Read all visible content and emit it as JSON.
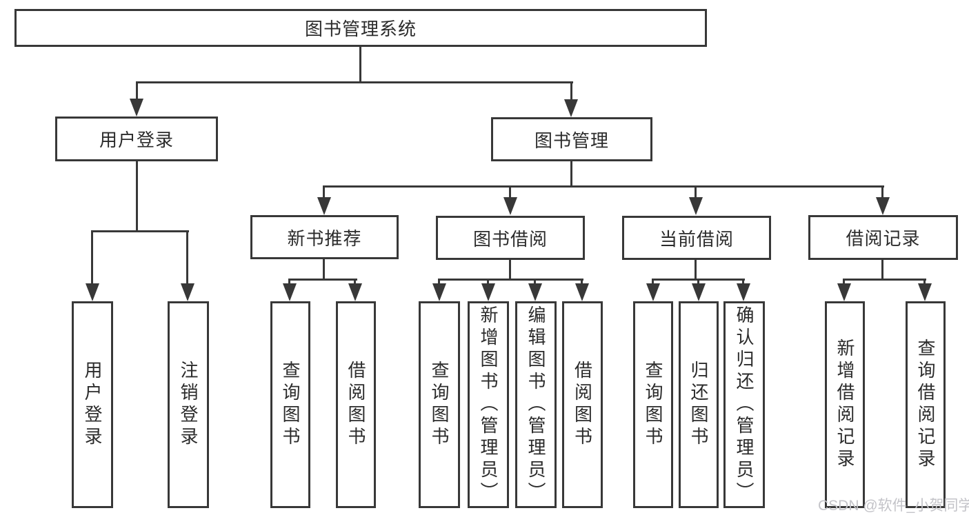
{
  "root": {
    "label": "图书管理系统"
  },
  "level2": [
    {
      "label": "用户登录"
    },
    {
      "label": "图书管理"
    }
  ],
  "level3": [
    {
      "label": "新书推荐",
      "parent": "图书管理"
    },
    {
      "label": "图书借阅",
      "parent": "图书管理"
    },
    {
      "label": "当前借阅",
      "parent": "图书管理"
    },
    {
      "label": "借阅记录",
      "parent": "图书管理"
    }
  ],
  "leaves": [
    {
      "label": "用户登录",
      "parent": "用户登录"
    },
    {
      "label": "注销登录",
      "parent": "用户登录"
    },
    {
      "label": "查询图书",
      "parent": "新书推荐"
    },
    {
      "label": "借阅图书",
      "parent": "新书推荐"
    },
    {
      "label": "查询图书",
      "parent": "图书借阅"
    },
    {
      "label": "新增图书（管理员）",
      "parent": "图书借阅"
    },
    {
      "label": "编辑图书（管理员）",
      "parent": "图书借阅"
    },
    {
      "label": "借阅图书",
      "parent": "图书借阅"
    },
    {
      "label": "查询图书",
      "parent": "当前借阅"
    },
    {
      "label": "归还图书",
      "parent": "当前借阅"
    },
    {
      "label": "确认归还（管理员）",
      "parent": "当前借阅"
    },
    {
      "label": "新增借阅记录",
      "parent": "借阅记录"
    },
    {
      "label": "查询借阅记录",
      "parent": "借阅记录"
    }
  ],
  "watermark": "CSDN @软件_小贺同学",
  "colors": {
    "line": "#383838",
    "text": "#2b2b2b",
    "watermark": "#c3c3c8",
    "background": "#ffffff"
  }
}
